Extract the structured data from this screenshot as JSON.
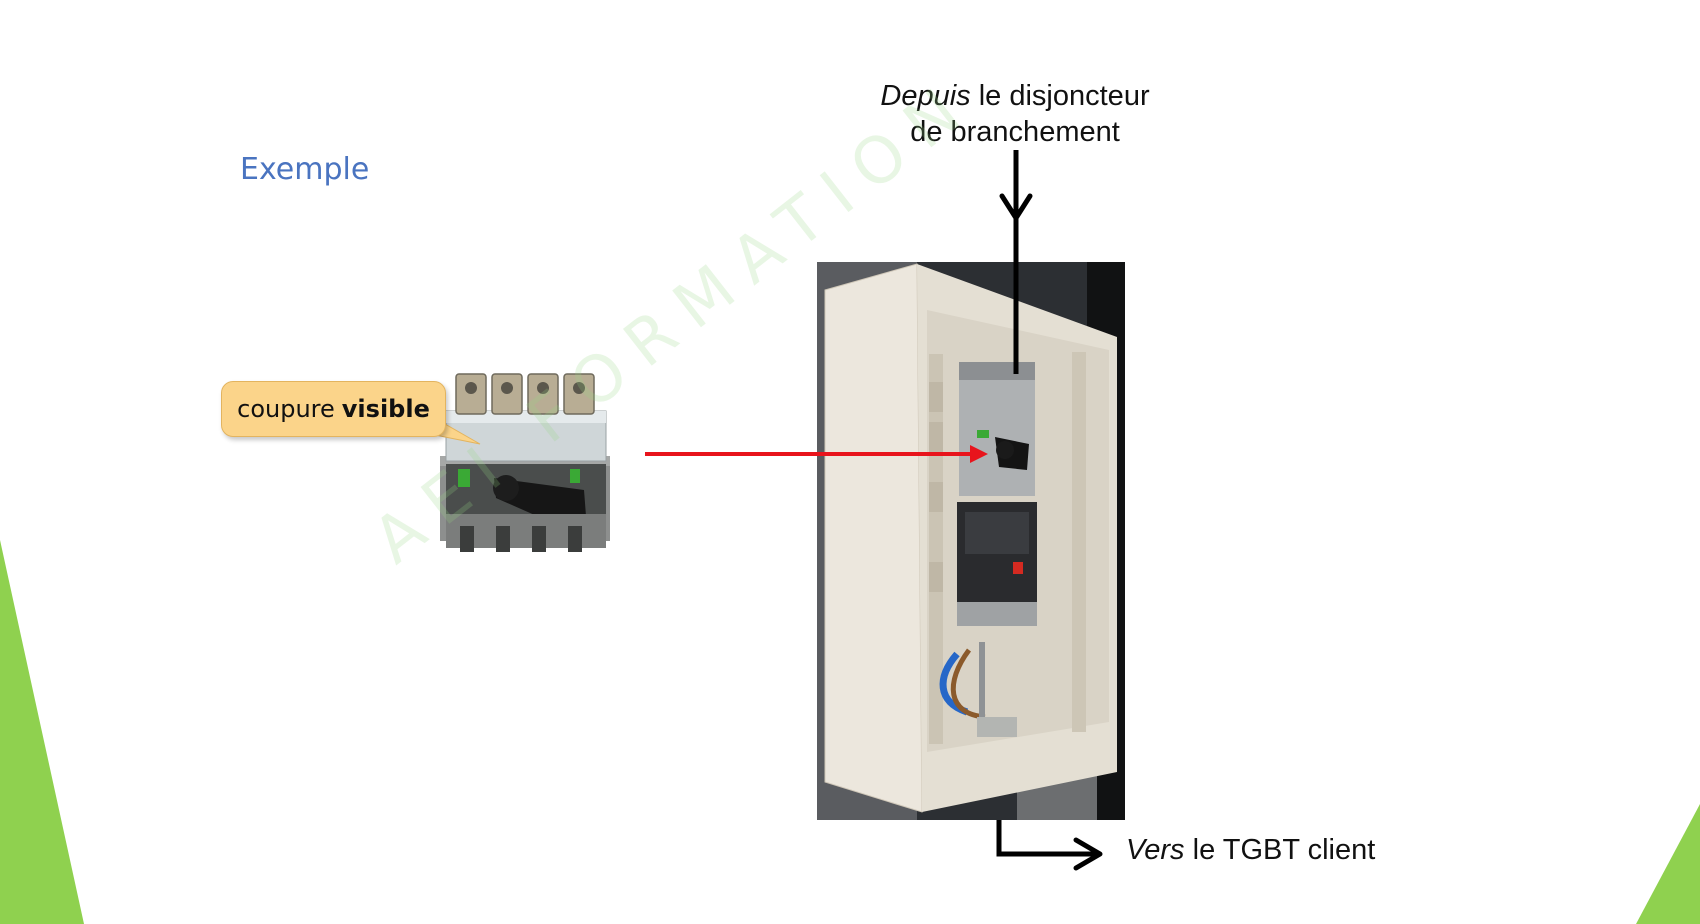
{
  "slide": {
    "title": "Exemple",
    "callout": {
      "text_regular": "coupure",
      "text_bold": "visible"
    },
    "label_from": {
      "italic": "Depuis",
      "line1_rest": " le disjoncteur",
      "line2": "de branchement"
    },
    "label_to": {
      "italic": "Vers",
      "rest": " le TGBT client"
    },
    "watermark": "AEI FORMATION"
  },
  "colors": {
    "title": "#4a74c0",
    "accent_green": "#8fd14f",
    "callout_fill": "#fbd48a",
    "arrow_red": "#e8141c",
    "arrow_black": "#000000"
  }
}
